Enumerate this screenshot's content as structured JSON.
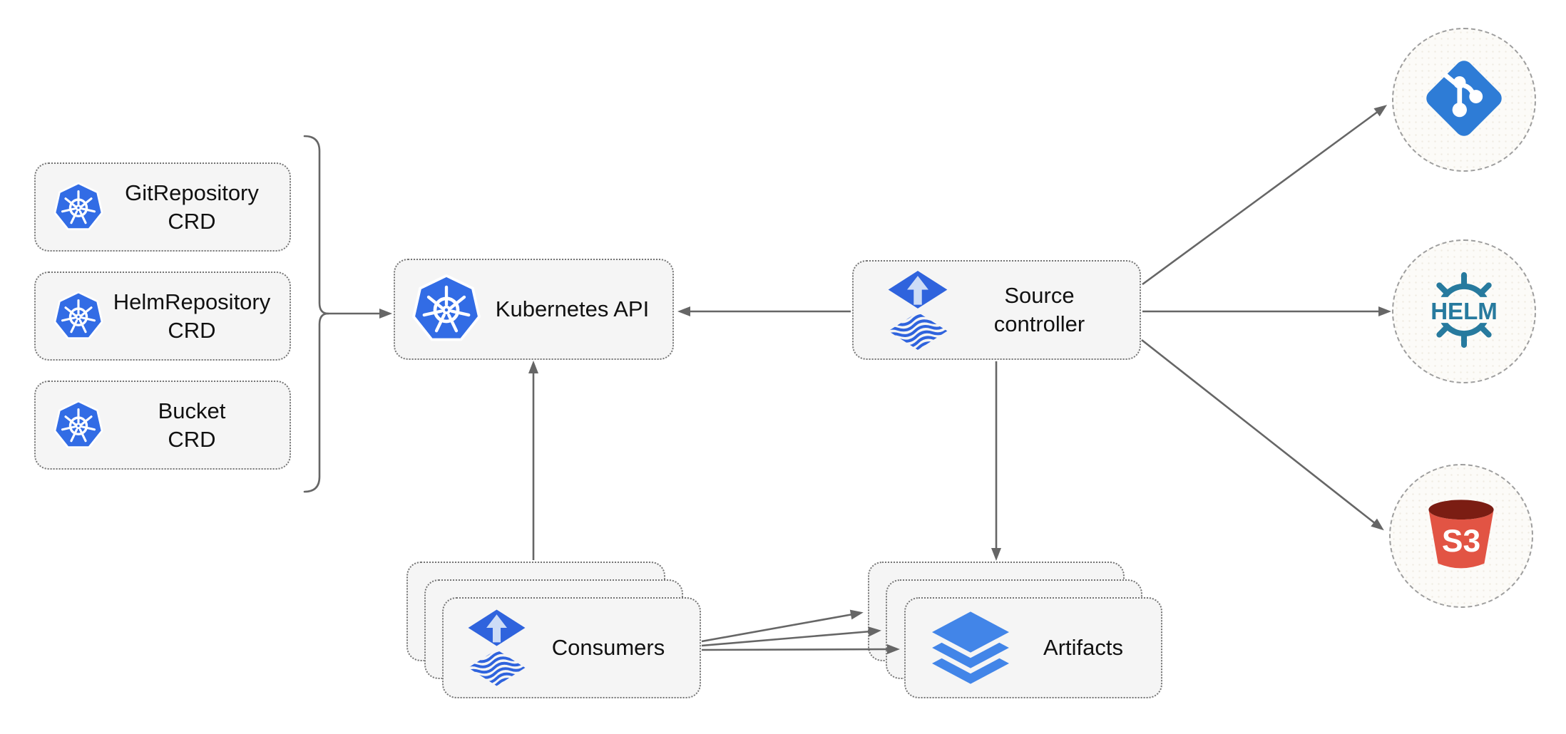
{
  "colors": {
    "kubernetes_blue": "#326ce5",
    "flux_blue": "#2f63dd",
    "flux_arrow_light": "#cddcf6",
    "git_blue": "#2e7cd6",
    "helm_teal": "#277a9e",
    "s3_red": "#e25444",
    "s3_dark_red": "#7b1d13",
    "layers_blue": "#4285e8",
    "edge_gray": "#666666",
    "node_fill": "#f5f5f5"
  },
  "nodes": {
    "crds": [
      {
        "id": "gitrepository-crd",
        "label": "GitRepository\nCRD"
      },
      {
        "id": "helmrepository-crd",
        "label": "HelmRepository\nCRD"
      },
      {
        "id": "bucket-crd",
        "label": "Bucket\nCRD"
      }
    ],
    "kubernetes_api": {
      "label": "Kubernetes API"
    },
    "source_controller": {
      "label": "Source\ncontroller"
    },
    "consumers": {
      "label": "Consumers",
      "stack_count": 3
    },
    "artifacts": {
      "label": "Artifacts",
      "stack_count": 3
    },
    "git_endpoint": {
      "icon": "git-icon"
    },
    "helm_endpoint": {
      "label": "HELM"
    },
    "s3_endpoint": {
      "label": "S3"
    }
  },
  "edges": [
    {
      "from": "crds-bracket",
      "to": "kubernetes-api"
    },
    {
      "from": "source-controller",
      "to": "kubernetes-api"
    },
    {
      "from": "consumers",
      "to": "kubernetes-api"
    },
    {
      "from": "source-controller",
      "to": "artifacts"
    },
    {
      "from": "source-controller",
      "to": "git-endpoint"
    },
    {
      "from": "source-controller",
      "to": "helm-endpoint"
    },
    {
      "from": "source-controller",
      "to": "s3-endpoint"
    },
    {
      "from": "consumers",
      "to": "artifacts",
      "count": 3
    }
  ]
}
